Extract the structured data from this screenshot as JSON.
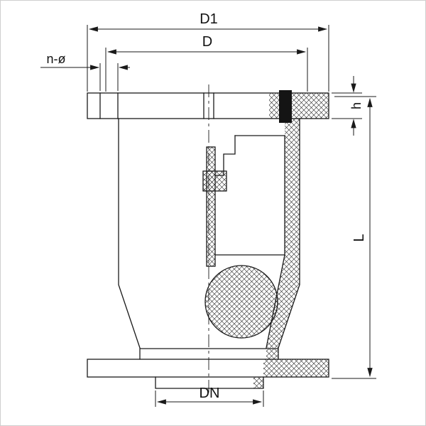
{
  "drawing": {
    "type": "valve-cross-section",
    "labels": {
      "d1": "D1",
      "d": "D",
      "n_phi": "n-ø",
      "h": "h",
      "l": "L",
      "dn": "DN"
    },
    "colors": {
      "line": "#1a1a1a",
      "background": "#ffffff",
      "hatch": "#222222",
      "bolt_fill": "#141414",
      "frame_border": "#cfcfcf"
    }
  }
}
